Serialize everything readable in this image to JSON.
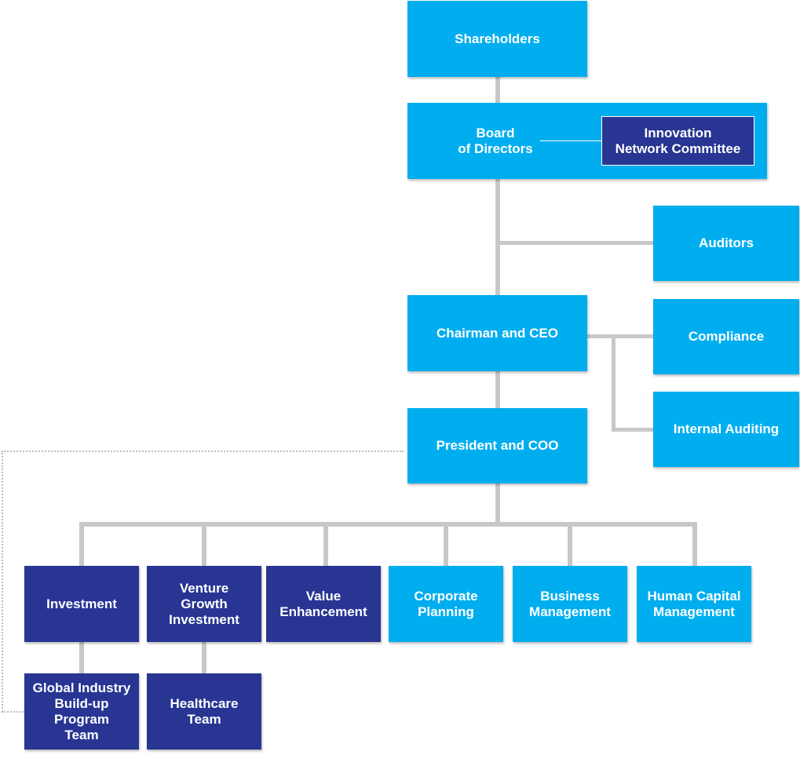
{
  "org_chart": {
    "shareholders": "Shareholders",
    "board": "Board\nof Directors",
    "innovation_committee": "Innovation\nNetwork Committee",
    "auditors": "Auditors",
    "chairman": "Chairman and CEO",
    "compliance": "Compliance",
    "internal_auditing": "Internal  Auditing",
    "president": "President and COO",
    "divisions": [
      "Investment",
      "Venture\nGrowth\nInvestment",
      "Value\nEnhancement",
      "Corporate\nPlanning",
      "Business\nManagement",
      "Human Capital\nManagement"
    ],
    "teams": [
      "Global Industry\nBuild-up\nProgram\nTeam",
      "Healthcare\nTeam"
    ],
    "colors": {
      "light_box": "#00aeef",
      "dark_box": "#283593",
      "connector": "#c8c8c8"
    }
  }
}
